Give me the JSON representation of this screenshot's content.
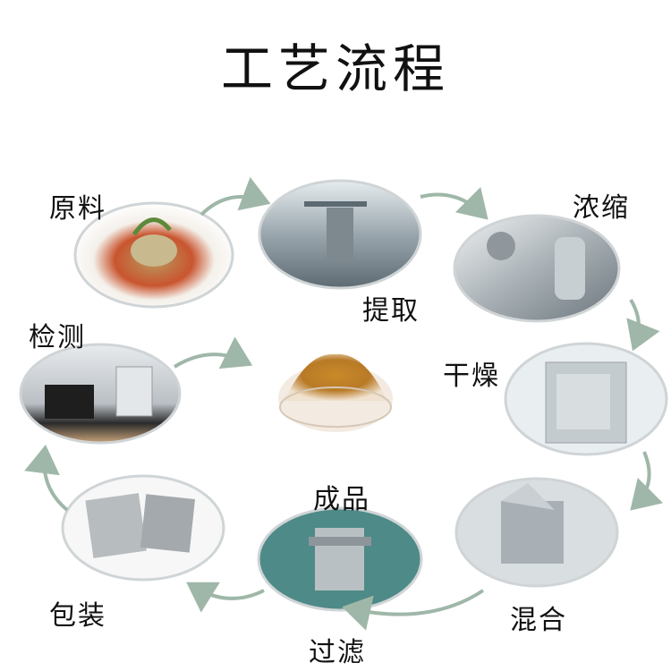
{
  "title": "工艺流程",
  "center": {
    "name": "powder",
    "color": "#c98a2a"
  },
  "steps": [
    {
      "label": "原料"
    },
    {
      "label": "提取"
    },
    {
      "label": "浓缩"
    },
    {
      "label": "干燥"
    },
    {
      "label": "混合"
    },
    {
      "label": "成品"
    },
    {
      "label": "过滤"
    },
    {
      "label": "包装"
    },
    {
      "label": "检测"
    }
  ],
  "colors": {
    "arrow": "#9fb7a8",
    "frame": "#cfd4d6"
  }
}
